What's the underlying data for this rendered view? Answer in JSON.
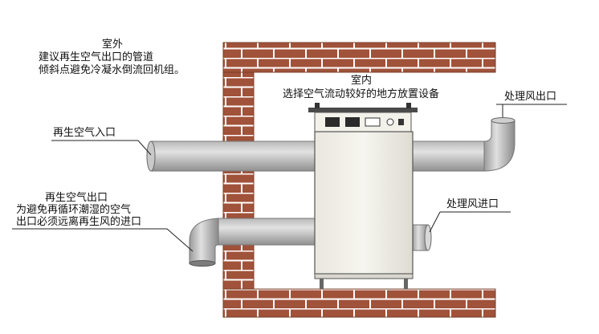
{
  "labels": {
    "outdoor_title": "室外",
    "outdoor_note_1": "建议再生空气出口的管道",
    "outdoor_note_2": "倾斜点避免冷凝水倒流回机组。",
    "indoor_title": "室内",
    "indoor_note": "选择空气流动较好的地方放置设备",
    "regen_inlet": "再生空气入口",
    "process_outlet": "处理风出口",
    "regen_outlet_title": "再生空气出口",
    "regen_outlet_note_1": "为避免再循环潮湿的空气",
    "regen_outlet_note_2": "出口必须远离再生风的进口",
    "process_inlet": "处理风进口"
  },
  "colors": {
    "brick": "#a0523a",
    "mortar": "#ffffff",
    "duct_light": "#d6d6d6",
    "duct_dark": "#8c8c8c",
    "unit_body": "#f0eee6",
    "panel": "#2b2b2b"
  },
  "icons": [
    "brick-wall",
    "air-duct",
    "dehumidifier-unit"
  ]
}
